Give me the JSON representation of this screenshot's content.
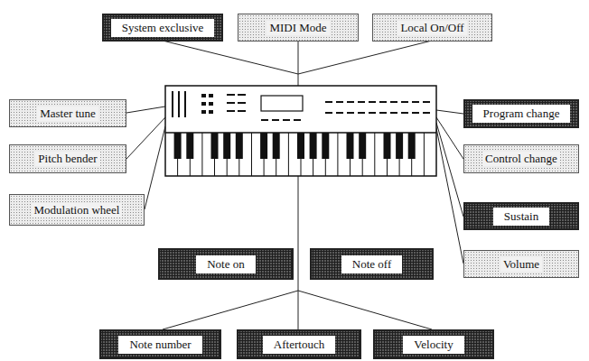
{
  "diagram": {
    "nodes": [
      {
        "text": [
          "System exclusive"
        ]
      },
      {
        "text": [
          "MIDI Mode"
        ]
      },
      {
        "text": [
          "Local On/Off"
        ]
      },
      {
        "text": [
          "Master tune"
        ]
      },
      {
        "text": [
          "Pitch bender"
        ]
      },
      {
        "text": [
          "Modulation wheel"
        ]
      },
      {
        "text": [
          "Program change"
        ]
      },
      {
        "text": [
          "Control change"
        ]
      },
      {
        "text": [
          "Sustain"
        ]
      },
      {
        "text": [
          "Volume"
        ]
      },
      {
        "text": [
          "Note on"
        ]
      },
      {
        "text": [
          "Note off"
        ]
      },
      {
        "text": [
          "Note number"
        ]
      },
      {
        "text": [
          "Aftertouch"
        ]
      },
      {
        "text": [
          "Velocity"
        ]
      }
    ]
  }
}
